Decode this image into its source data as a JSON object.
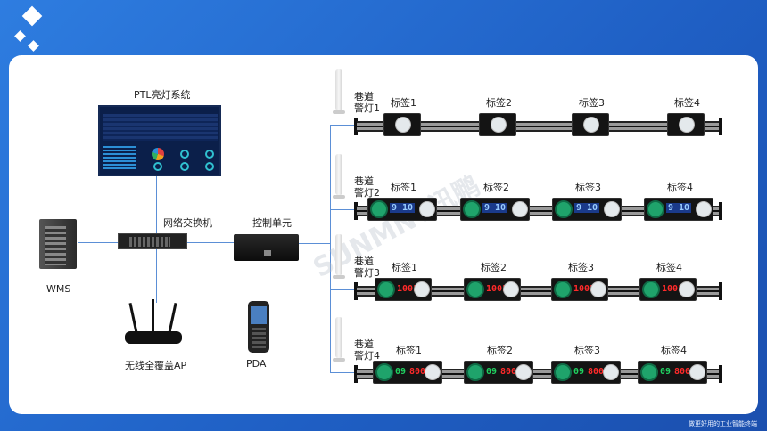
{
  "ptl_system": {
    "label": "PTL亮灯系统"
  },
  "switch": {
    "label": "网络交换机"
  },
  "control_unit": {
    "label": "控制单元"
  },
  "wms": {
    "label": "WMS"
  },
  "ap": {
    "label": "无线全覆盖AP"
  },
  "pda": {
    "label": "PDA"
  },
  "watermark": "SUNMNT讯鹏",
  "footer": {
    "slogan": "做更好用的工业智能终端"
  },
  "aisles": [
    {
      "lamp": "巷道\n警灯1",
      "type": "button",
      "tags": [
        "标签1",
        "标签2",
        "标签3",
        "标签4"
      ]
    },
    {
      "lamp": "巷道\n警灯2",
      "type": "lcd",
      "display": "9 10",
      "tags": [
        "标签1",
        "标签2",
        "标签3",
        "标签4"
      ]
    },
    {
      "lamp": "巷道\n警灯3",
      "type": "digit",
      "display": "1001",
      "tags": [
        "标签1",
        "标签2",
        "标签3",
        "标签4"
      ]
    },
    {
      "lamp": "巷道\n警灯4",
      "type": "dual",
      "display_left": "09",
      "display_right": "800",
      "tags": [
        "标签1",
        "标签2",
        "标签3",
        "标签4"
      ]
    }
  ],
  "colors": {
    "accent": "#2e7de0",
    "line": "#5b8fd6",
    "wheel": "#1fa36b",
    "led_red": "#ff2a2a",
    "led_green": "#20d060"
  }
}
